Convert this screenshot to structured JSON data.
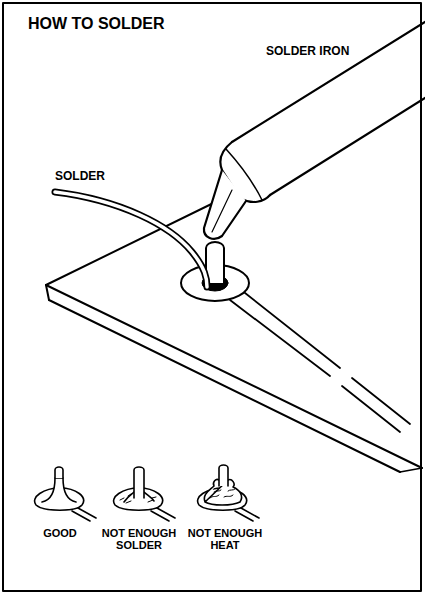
{
  "diagram": {
    "title": "HOW TO SOLDER",
    "labels": [
      "SOLDER IRON",
      "SOLDER",
      "GOOD",
      "NOT ENOUGH SOLDER",
      "NOT ENOUGH HEAT"
    ]
  }
}
